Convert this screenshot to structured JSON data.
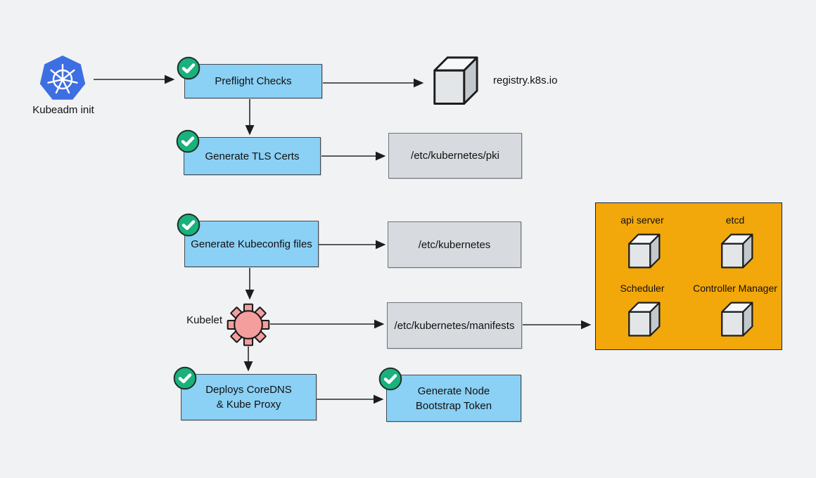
{
  "nodes": {
    "kubeadm": {
      "label": "Kubeadm init"
    },
    "preflight": {
      "label": "Preflight Checks"
    },
    "registry": {
      "label": "registry.k8s.io"
    },
    "tls_certs": {
      "label": "Generate TLS Certs"
    },
    "pki_dir": {
      "label": "/etc/kubernetes/pki"
    },
    "kubeconfig": {
      "label": "Generate Kubeconfig files"
    },
    "kubernetes_dir": {
      "label": "/etc/kubernetes"
    },
    "kubelet": {
      "label": "Kubelet"
    },
    "manifests_dir": {
      "label": "/etc/kubernetes/manifests"
    },
    "coredns": {
      "line1": "Deploys CoreDNS",
      "line2": "& Kube Proxy"
    },
    "bootstrap_token": {
      "line1": "Generate Node",
      "line2": "Bootstrap Token"
    }
  },
  "control_plane": {
    "components": [
      {
        "label": "api server"
      },
      {
        "label": "etcd"
      },
      {
        "label": "Scheduler"
      },
      {
        "label": "Controller Manager"
      }
    ]
  },
  "icons": {
    "check": "checkmark in green circle",
    "cube": "3d container cube",
    "gear": "gear wheel",
    "kubernetes": "kubernetes helm wheel logo"
  },
  "colors": {
    "background": "#f1f2f4",
    "task-fill": "#8bd0f5",
    "task-border": "#444b55",
    "path-fill": "#d7dade",
    "path-border": "#6e757d",
    "badge-green": "#19b17c",
    "panel-orange": "#f2a70a",
    "k8s-blue": "#3d6fe3",
    "gear-pink": "#f59e9e",
    "arrow": "#26292d",
    "text": "#111111"
  }
}
